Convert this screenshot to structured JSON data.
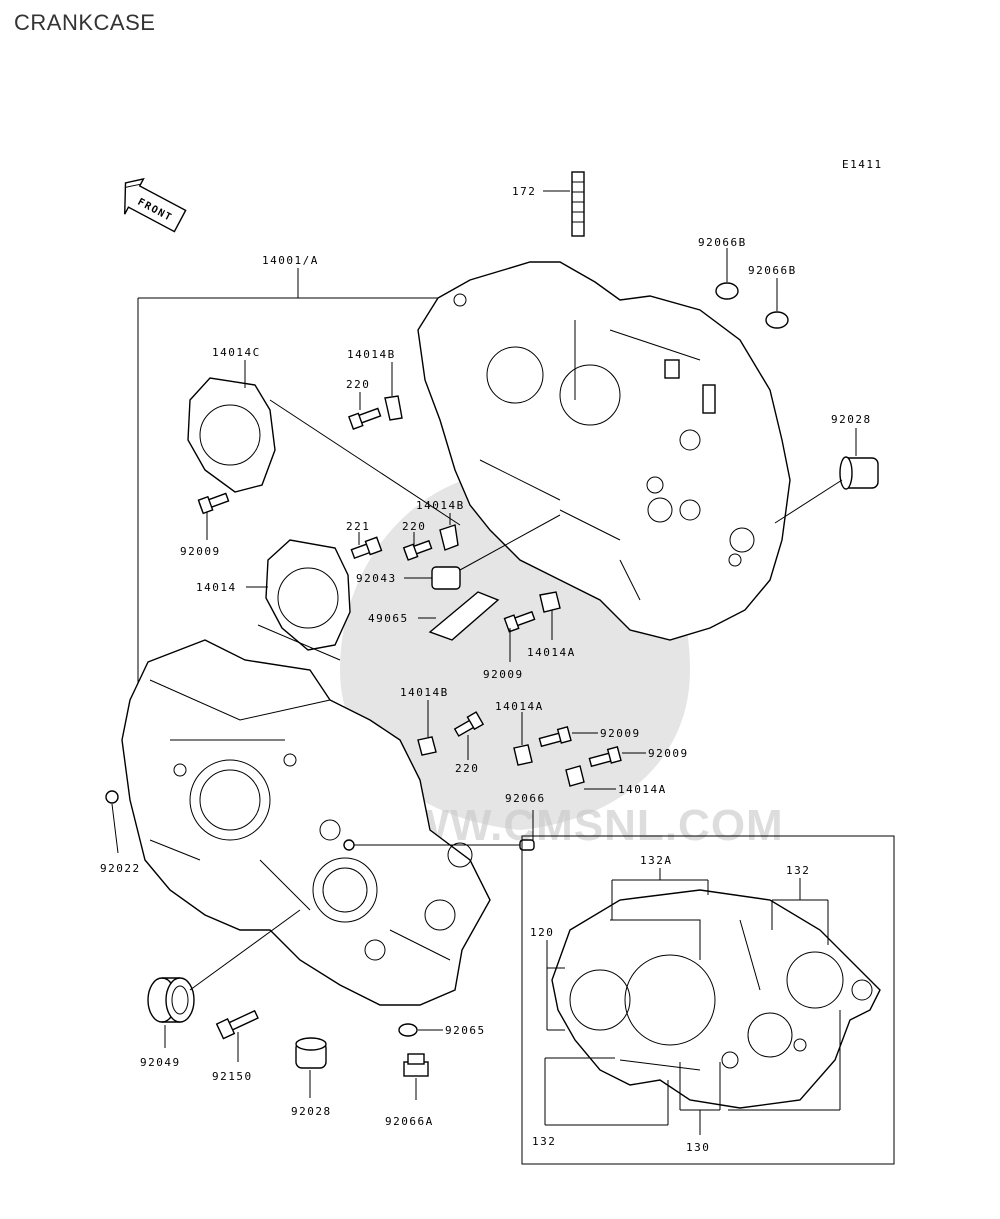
{
  "title": "CRANKCASE",
  "diagram_code": "E1411",
  "front_label": "FRONT",
  "watermark": "WWW.CMSNL.COM",
  "callouts": {
    "p172": "172",
    "p92066b_1": "92066B",
    "p92066b_2": "92066B",
    "p14001": "14001/A",
    "p14014c": "14014C",
    "p14014b_1": "14014B",
    "p220_1": "220",
    "p92028_1": "92028",
    "p14014b_2": "14014B",
    "p92009_1": "92009",
    "p221": "221",
    "p220_2": "220",
    "p92043": "92043",
    "p14014": "14014",
    "p49065": "49065",
    "p92009_2": "92009",
    "p14014a_1": "14014A",
    "p14014b_3": "14014B",
    "p14014a_2": "14014A",
    "p92009_3": "92009",
    "p92009_4": "92009",
    "p220_3": "220",
    "p14014a_3": "14014A",
    "p92066": "92066",
    "p92022": "92022",
    "p92049": "92049",
    "p92150": "92150",
    "p92028_2": "92028",
    "p92065": "92065",
    "p92066a": "92066A",
    "p132a": "132A",
    "p132_1": "132",
    "p120": "120",
    "p132_2": "132",
    "p130": "130"
  }
}
